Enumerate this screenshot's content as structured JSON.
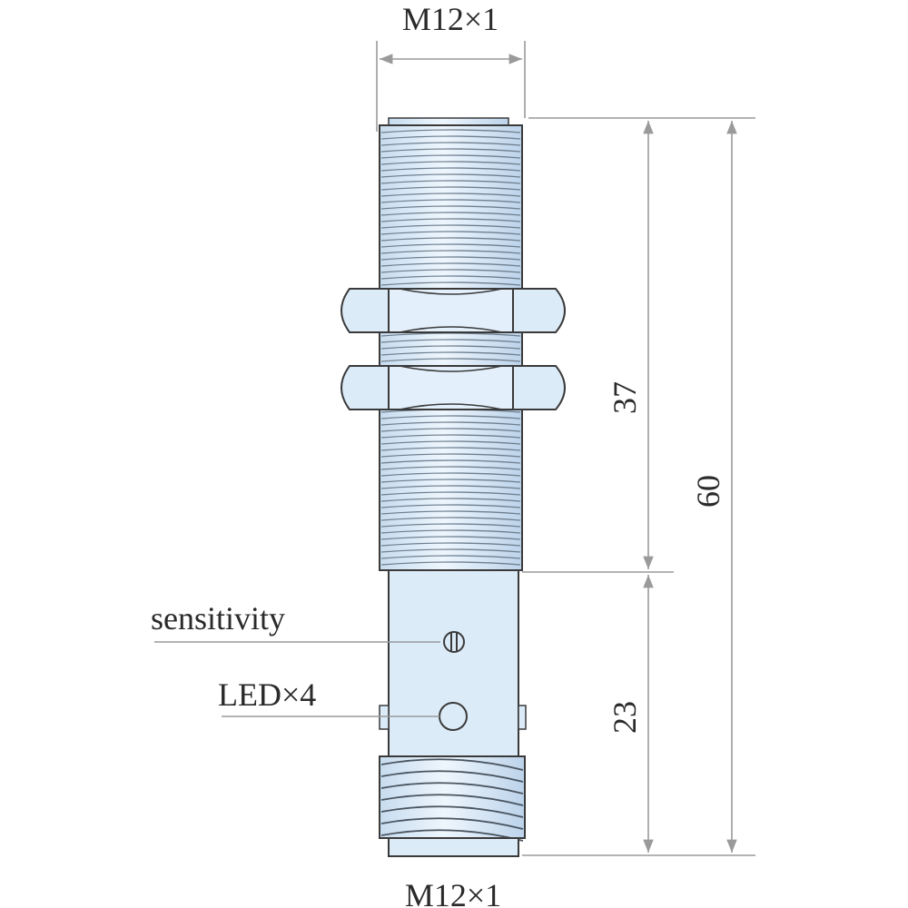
{
  "diagram": {
    "top_thread_label": "M12×1",
    "bottom_thread_label": "M12×1",
    "callouts": {
      "sensitivity": "sensitivity",
      "led": "LED×4"
    },
    "dimensions": {
      "threaded_length": "37",
      "total_length": "60",
      "connector_length": "23"
    }
  },
  "colors": {
    "body": "#dcebf8",
    "outline": "#3a3a3a",
    "dimension_line": "#9a9a9a",
    "text": "#2a2a2a"
  }
}
